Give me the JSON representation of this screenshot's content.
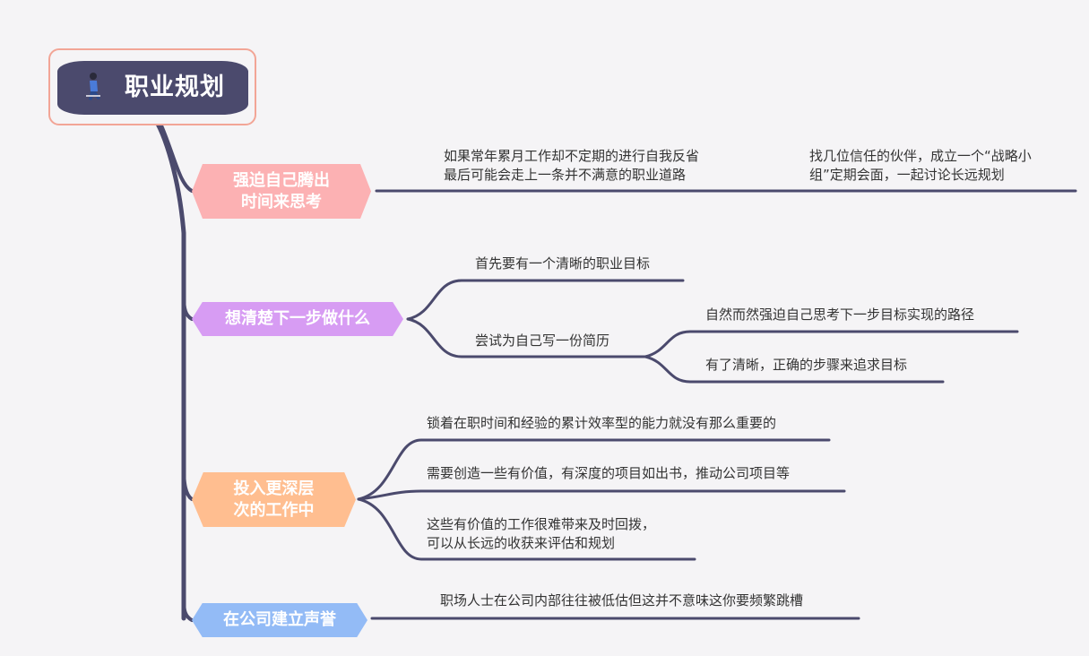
{
  "root": {
    "title": "职业规划",
    "icon": "person-sitting-icon"
  },
  "branches": [
    {
      "label_lines": [
        "强迫自己腾出",
        "时间来思考"
      ],
      "color": "#fcb1b3",
      "leaves": [
        {
          "lines": [
            "如果常年累月工作却不定期的进行自我反省",
            "最后可能会走上一条并不满意的职业道路"
          ]
        },
        {
          "lines": [
            "找几位信任的伙伴，成立一个“战略小",
            "组”定期会面，一起讨论长远规划"
          ]
        }
      ]
    },
    {
      "label": "想清楚下一步做什么",
      "color": "#d79cf3",
      "leaves": [
        {
          "text": "首先要有一个清晰的职业目标"
        },
        {
          "text": "尝试为自己写一份简历",
          "children": [
            {
              "text": "自然而然强迫自己思考下一步目标实现的路径"
            },
            {
              "text": "有了清晰，正确的步骤来追求目标"
            }
          ]
        }
      ]
    },
    {
      "label_lines": [
        "投入更深层",
        "次的工作中"
      ],
      "color": "#ffbe90",
      "leaves": [
        {
          "text": "锁着在职时间和经验的累计效率型的能力就没有那么重要的"
        },
        {
          "text": "需要创造一些有价值，有深度的项目如出书，推动公司项目等"
        },
        {
          "lines": [
            "这些有价值的工作很难带来及时回拨，",
            "可以从长远的收获来评估和规划"
          ]
        }
      ]
    },
    {
      "label": "在公司建立声誉",
      "color": "#93bbf6",
      "leaves": [
        {
          "text": "职场人士在公司内部往往被低估但这并不意味这你要频繁跳槽"
        }
      ]
    }
  ],
  "line_color": "#4b4a6d"
}
